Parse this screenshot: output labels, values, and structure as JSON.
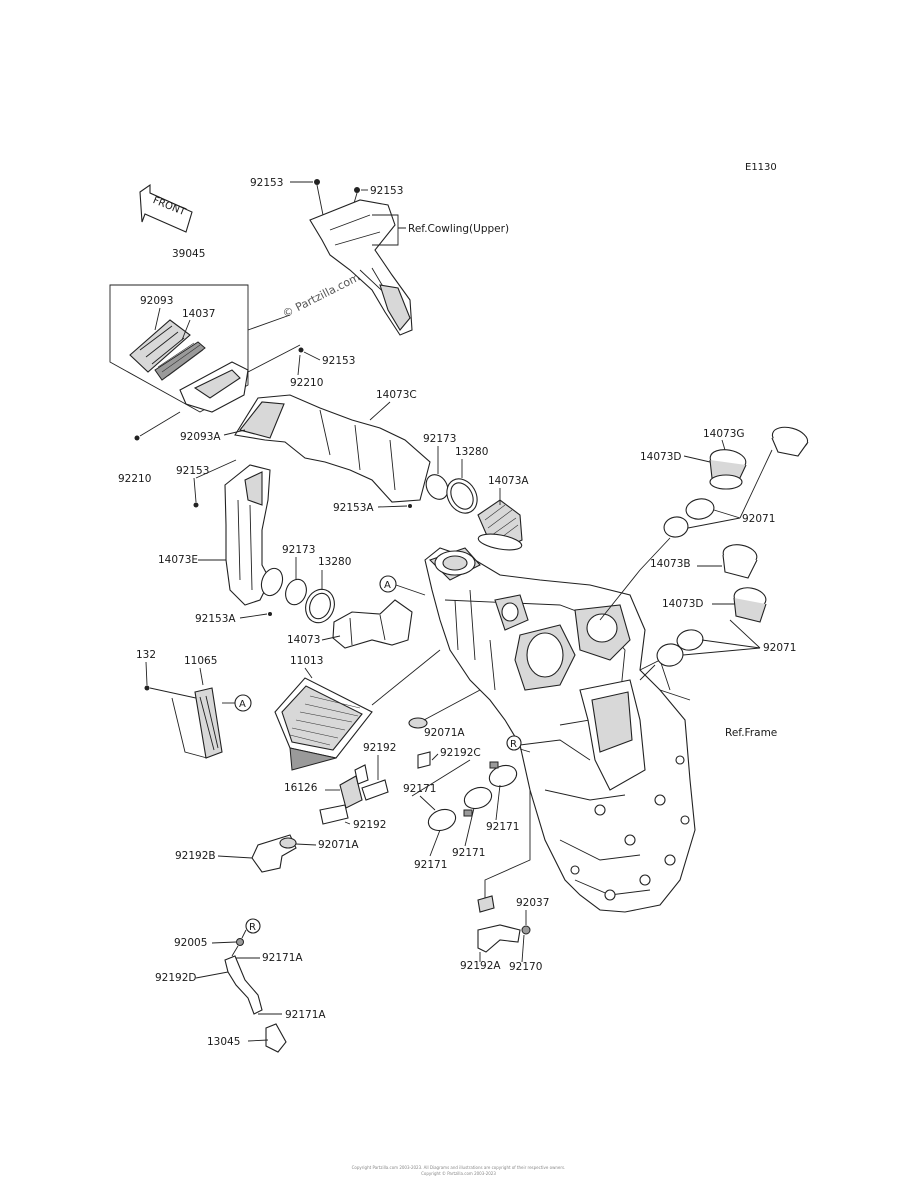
{
  "diagram_code": "E1130",
  "watermark": "© Partzilla.com",
  "front_badge": {
    "label": "FRONT",
    "part_no": "39045"
  },
  "references": {
    "cowling": "Ref.Cowling(Upper)",
    "frame": "Ref.Frame"
  },
  "callout_markers": {
    "a": "A",
    "r": "R"
  },
  "labels": {
    "p92153_top_left": "92153",
    "p92153_top_right": "92153",
    "p92093": "92093",
    "p14037": "14037",
    "p92153_mid": "92153",
    "p92210_upper": "92210",
    "p14073c": "14073C",
    "p92093a": "92093A",
    "p92173_upper": "92173",
    "p13280_upper": "13280",
    "p14073a": "14073A",
    "p92210_left": "92210",
    "p92153_left": "92153",
    "p92153a_upper": "92153A",
    "p14073e": "14073E",
    "p92173_lower": "92173",
    "p13280_lower": "13280",
    "p92153a_lower": "92153A",
    "p14073": "14073",
    "p14073g_top": "14073G",
    "p14073d_top": "14073D",
    "p92071_top": "92071",
    "p14073b": "14073B",
    "p14073d_low": "14073D",
    "p92071_low": "92071",
    "p132": "132",
    "p11065": "11065",
    "p11013": "11013",
    "p92071a_mid": "92071A",
    "p92192_top": "92192",
    "p92192c": "92192C",
    "p16126": "16126",
    "p92171_a": "92171",
    "p92171_b": "92171",
    "p92171_c": "92171",
    "p92171_d": "92171",
    "p92192_mid": "92192",
    "p92192b": "92192B",
    "p92071a_low": "92071A",
    "p92037": "92037",
    "p92170": "92170",
    "p92192a": "92192A",
    "p92005": "92005",
    "p92171a_top": "92171A",
    "p92192d": "92192D",
    "p92171a_low": "92171A",
    "p13045": "13045"
  },
  "footer_lines": [
    "Copyright Partzilla.com 2003-2023. All Diagrams and illustrations are copyright of their respective owners.",
    "Copyright © Partzilla.com 2003-2023"
  ]
}
